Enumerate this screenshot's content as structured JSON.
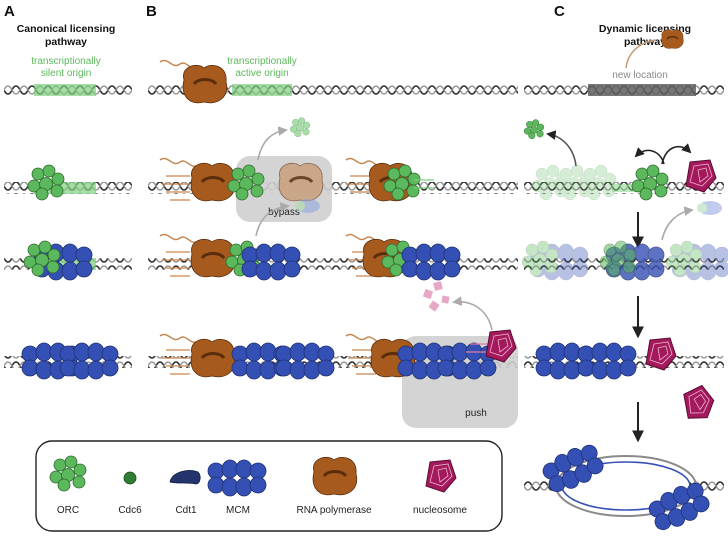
{
  "panels": {
    "a": {
      "letter": "A",
      "title_line1": "Canonical licensing",
      "title_line2": "pathway",
      "origin_line1": "transcriptionally",
      "origin_line2": "silent origin"
    },
    "b": {
      "letter": "B",
      "origin_line1": "transcriptionally",
      "origin_line2": "active origin",
      "bypass": "bypass",
      "push": "push"
    },
    "c": {
      "letter": "C",
      "title_line1": "Dynamic licensing",
      "title_line2": "pathway",
      "new_location": "new location"
    }
  },
  "legend": {
    "items": [
      {
        "label": "ORC",
        "icon": "orc-icon"
      },
      {
        "label": "Cdc6",
        "icon": "cdc6-icon"
      },
      {
        "label": "Cdt1",
        "icon": "cdt1-icon"
      },
      {
        "label": "MCM",
        "icon": "mcm-icon"
      },
      {
        "label": "RNA polymerase",
        "icon": "rna-polymerase-icon"
      },
      {
        "label": "nucleosome",
        "icon": "nucleosome-icon"
      }
    ]
  },
  "colors": {
    "orc": "#5cb85c",
    "cdc6": "#2e7d32",
    "cdt1": "#22346b",
    "mcm": "#3550b4",
    "rnap": "#a65a1e",
    "nucleosome": "#a3195b",
    "origin": "#7ccf7c",
    "dna": "#333333",
    "bubble": "#d0d0d0"
  }
}
